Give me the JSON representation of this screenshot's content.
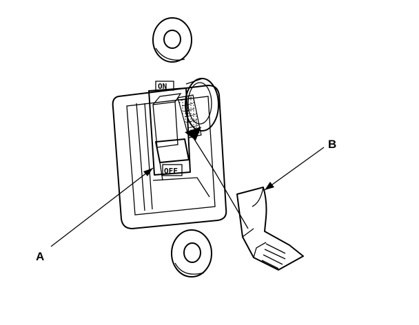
{
  "switch": {
    "on_label": "ON",
    "off_label": "OFF"
  },
  "callouts": {
    "a": "A",
    "b": "B"
  }
}
